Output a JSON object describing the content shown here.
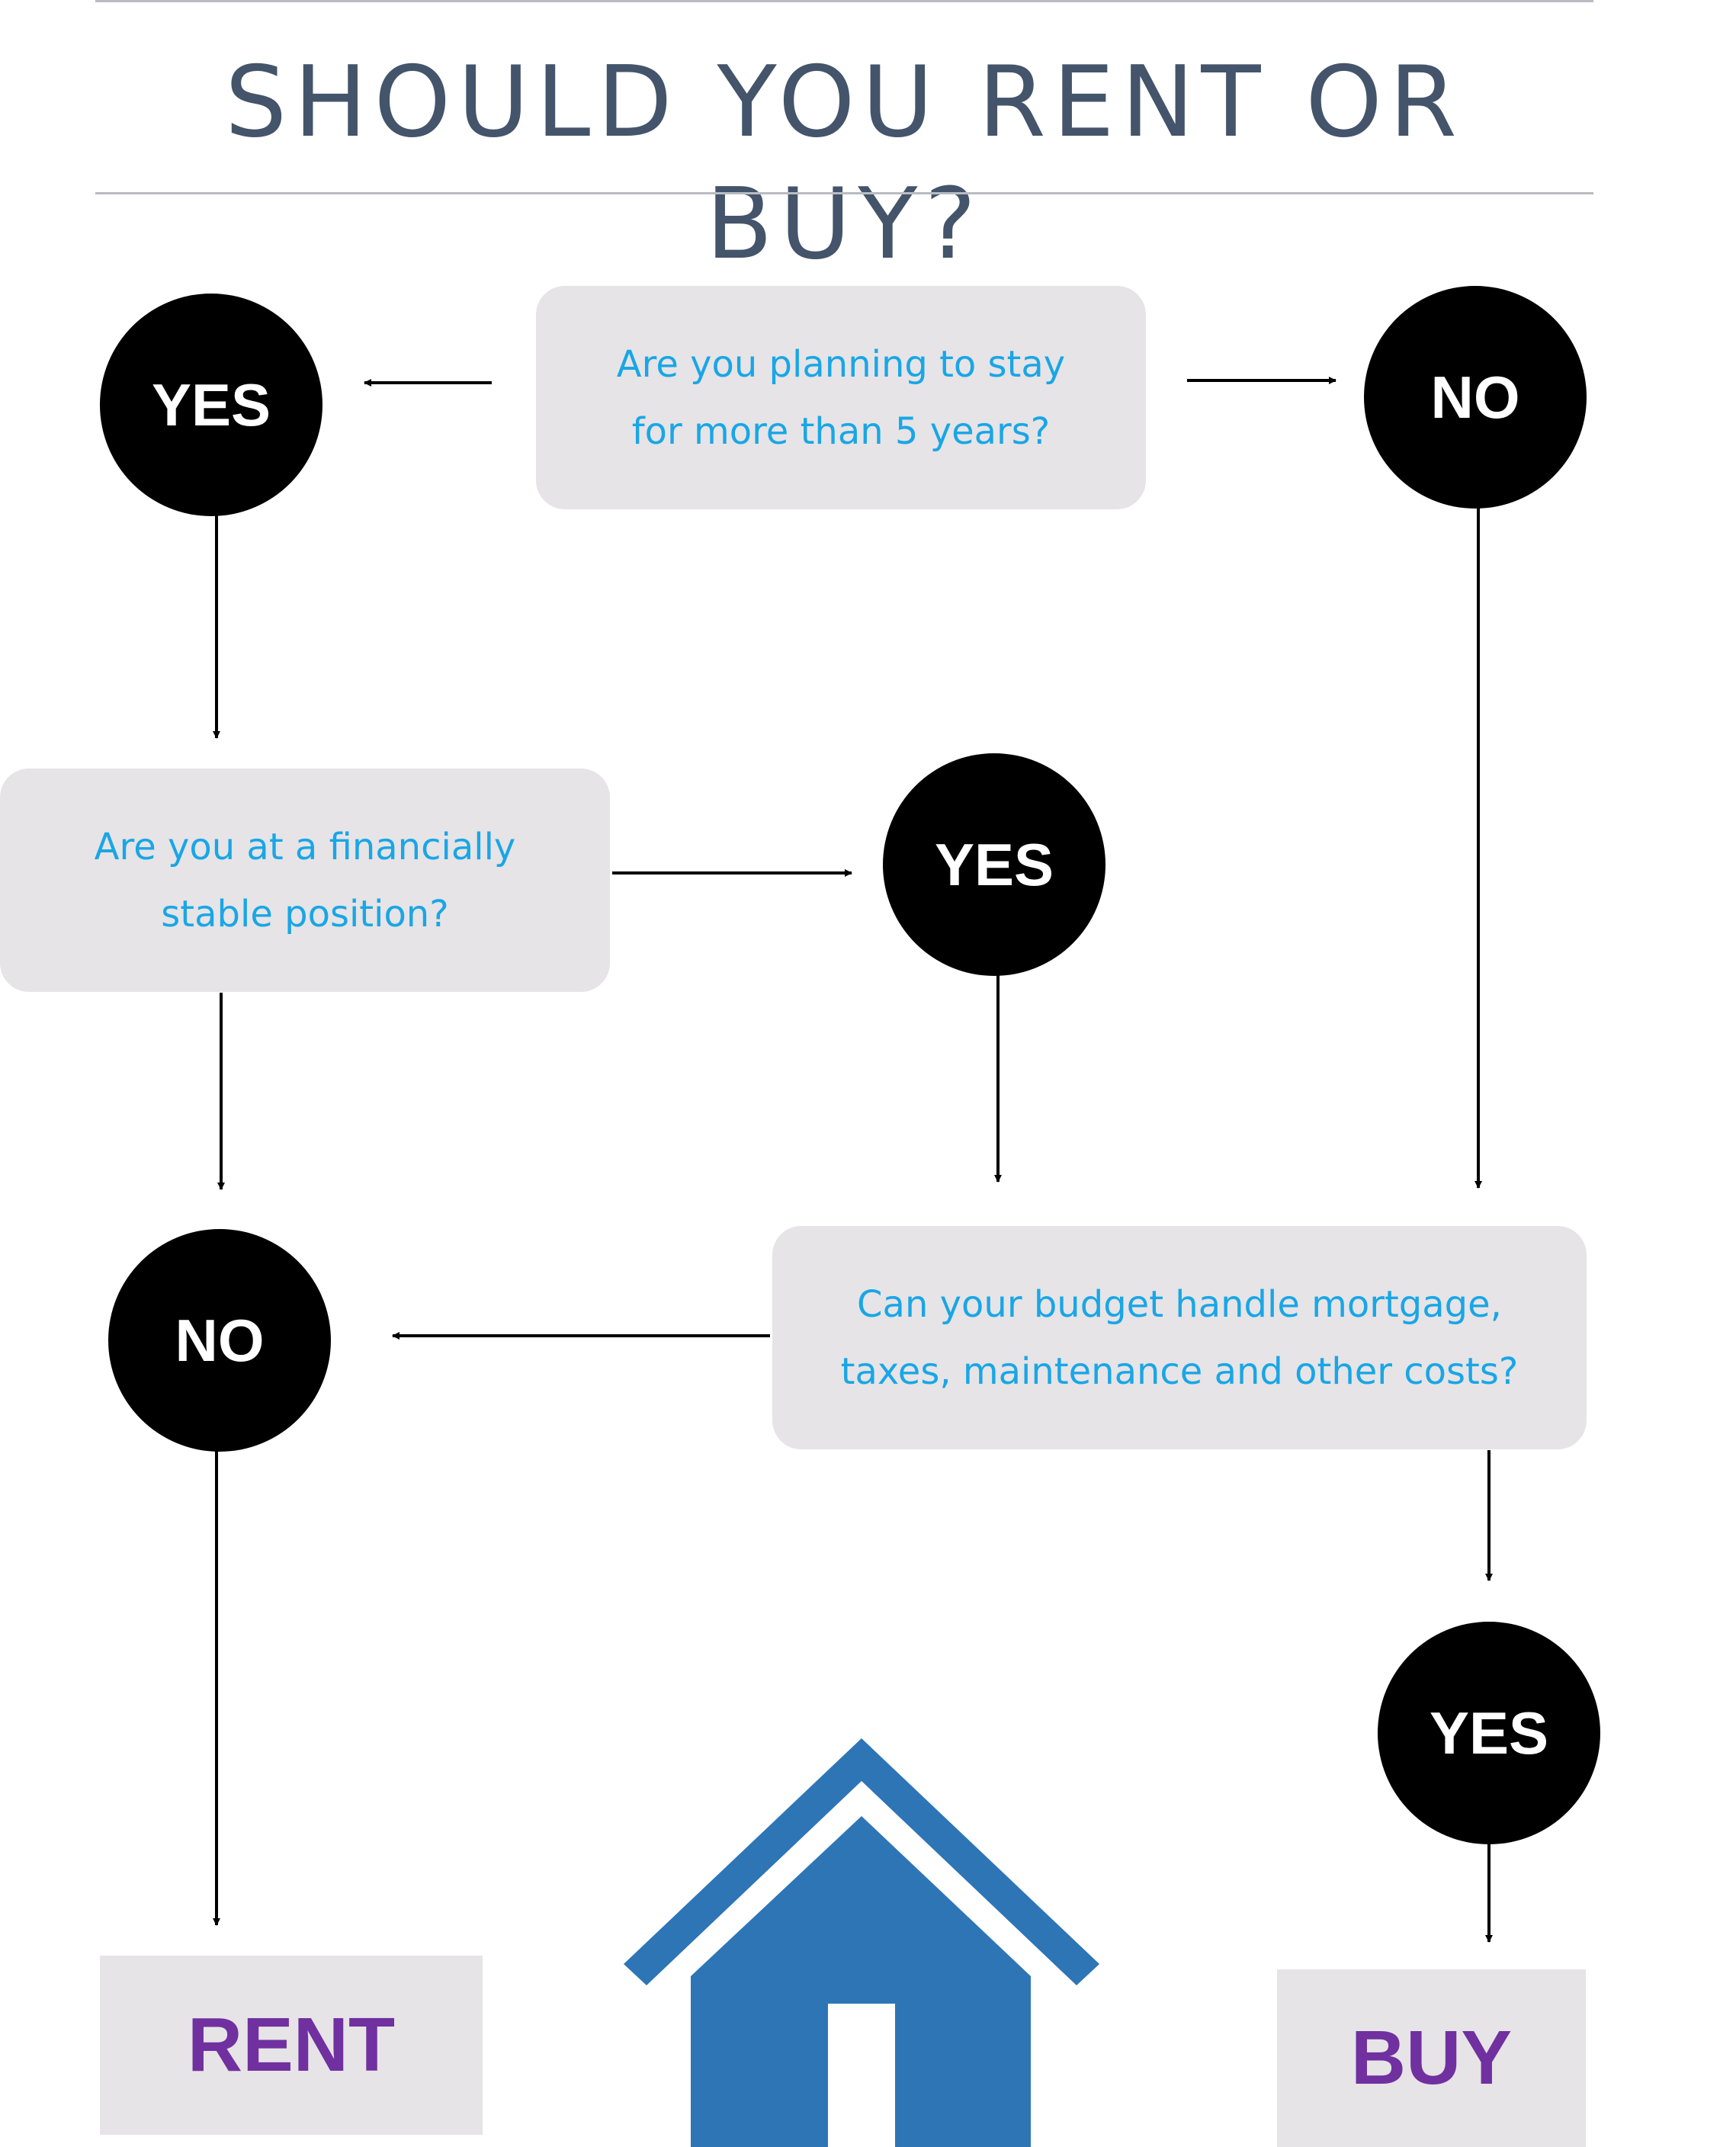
{
  "title": "SHOULD YOU RENT OR BUY?",
  "questions": {
    "stay": [
      "Are you planning to stay",
      "for more than 5 years?"
    ],
    "stable": [
      "Are you at a financially",
      "stable position?"
    ],
    "budget": [
      "Can your budget handle mortgage,",
      "taxes, maintenance and other costs?"
    ]
  },
  "answers": {
    "stay_yes": "YES",
    "stay_no": "NO",
    "stable_yes": "YES",
    "stable_no": "NO",
    "budget_yes": "YES"
  },
  "results": {
    "rent": "RENT",
    "buy": "BUY"
  },
  "colors": {
    "title": "#44546a",
    "question_text": "#19a6e6",
    "box_fill": "#e6e4e6",
    "node_fill": "#000000",
    "result_text": "#7030a0",
    "house": "#2e75b6"
  },
  "icons": [
    "house-icon"
  ]
}
